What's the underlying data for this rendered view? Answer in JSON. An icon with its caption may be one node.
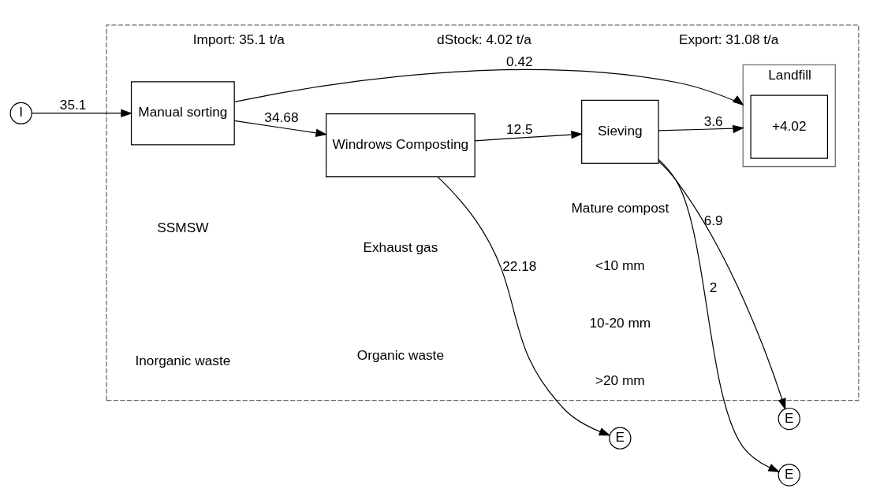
{
  "diagram": {
    "nodes": [
      {
        "text": [
          "Import: 35.1 t/a",
          "dStock: 4.02 t/a",
          "Export: 31.08 t/a"
        ]
      },
      {
        "text": [
          "I"
        ]
      },
      {
        "text": [
          "Manual sorting"
        ],
        "in": 0
      },
      {
        "text": [
          "Windrows Composting"
        ],
        "in": 0
      },
      {
        "text": [
          "Sieving"
        ],
        "in": 0
      },
      {
        "text": [
          "Landfill"
        ],
        "in": 0
      },
      {
        "text": [
          "+4.02"
        ],
        "in": 5
      },
      {
        "text": [
          "E"
        ]
      },
      {
        "text": [
          "E"
        ]
      },
      {
        "text": [
          "E"
        ]
      }
    ],
    "edges": [
      {
        "from": 1,
        "to": 2,
        "arrow": "to",
        "label": "35.1"
      },
      {
        "from": 2,
        "to": 3,
        "arrow": "to",
        "label": "34.68"
      },
      {
        "from": 3,
        "to": 7,
        "arrow": "to",
        "label": "22.18"
      },
      {
        "from": 3,
        "to": 4,
        "arrow": "to",
        "label": "12.5"
      },
      {
        "from": 4,
        "to": 8,
        "arrow": "to",
        "label": "6.9"
      },
      {
        "from": 4,
        "to": 9,
        "arrow": "to",
        "label": "2"
      },
      {
        "from": 2,
        "to": 5,
        "arrow": "to",
        "label": "0.42"
      },
      {
        "from": 4,
        "to": 5,
        "arrow": "to",
        "label": "3.6"
      }
    ],
    "labels": [
      "Exhaust gas",
      "SSMSW",
      "Organic waste",
      "Mature compost",
      "<10 mm",
      "10-20 mm",
      "Inorganic waste",
      ">20 mm"
    ]
  }
}
